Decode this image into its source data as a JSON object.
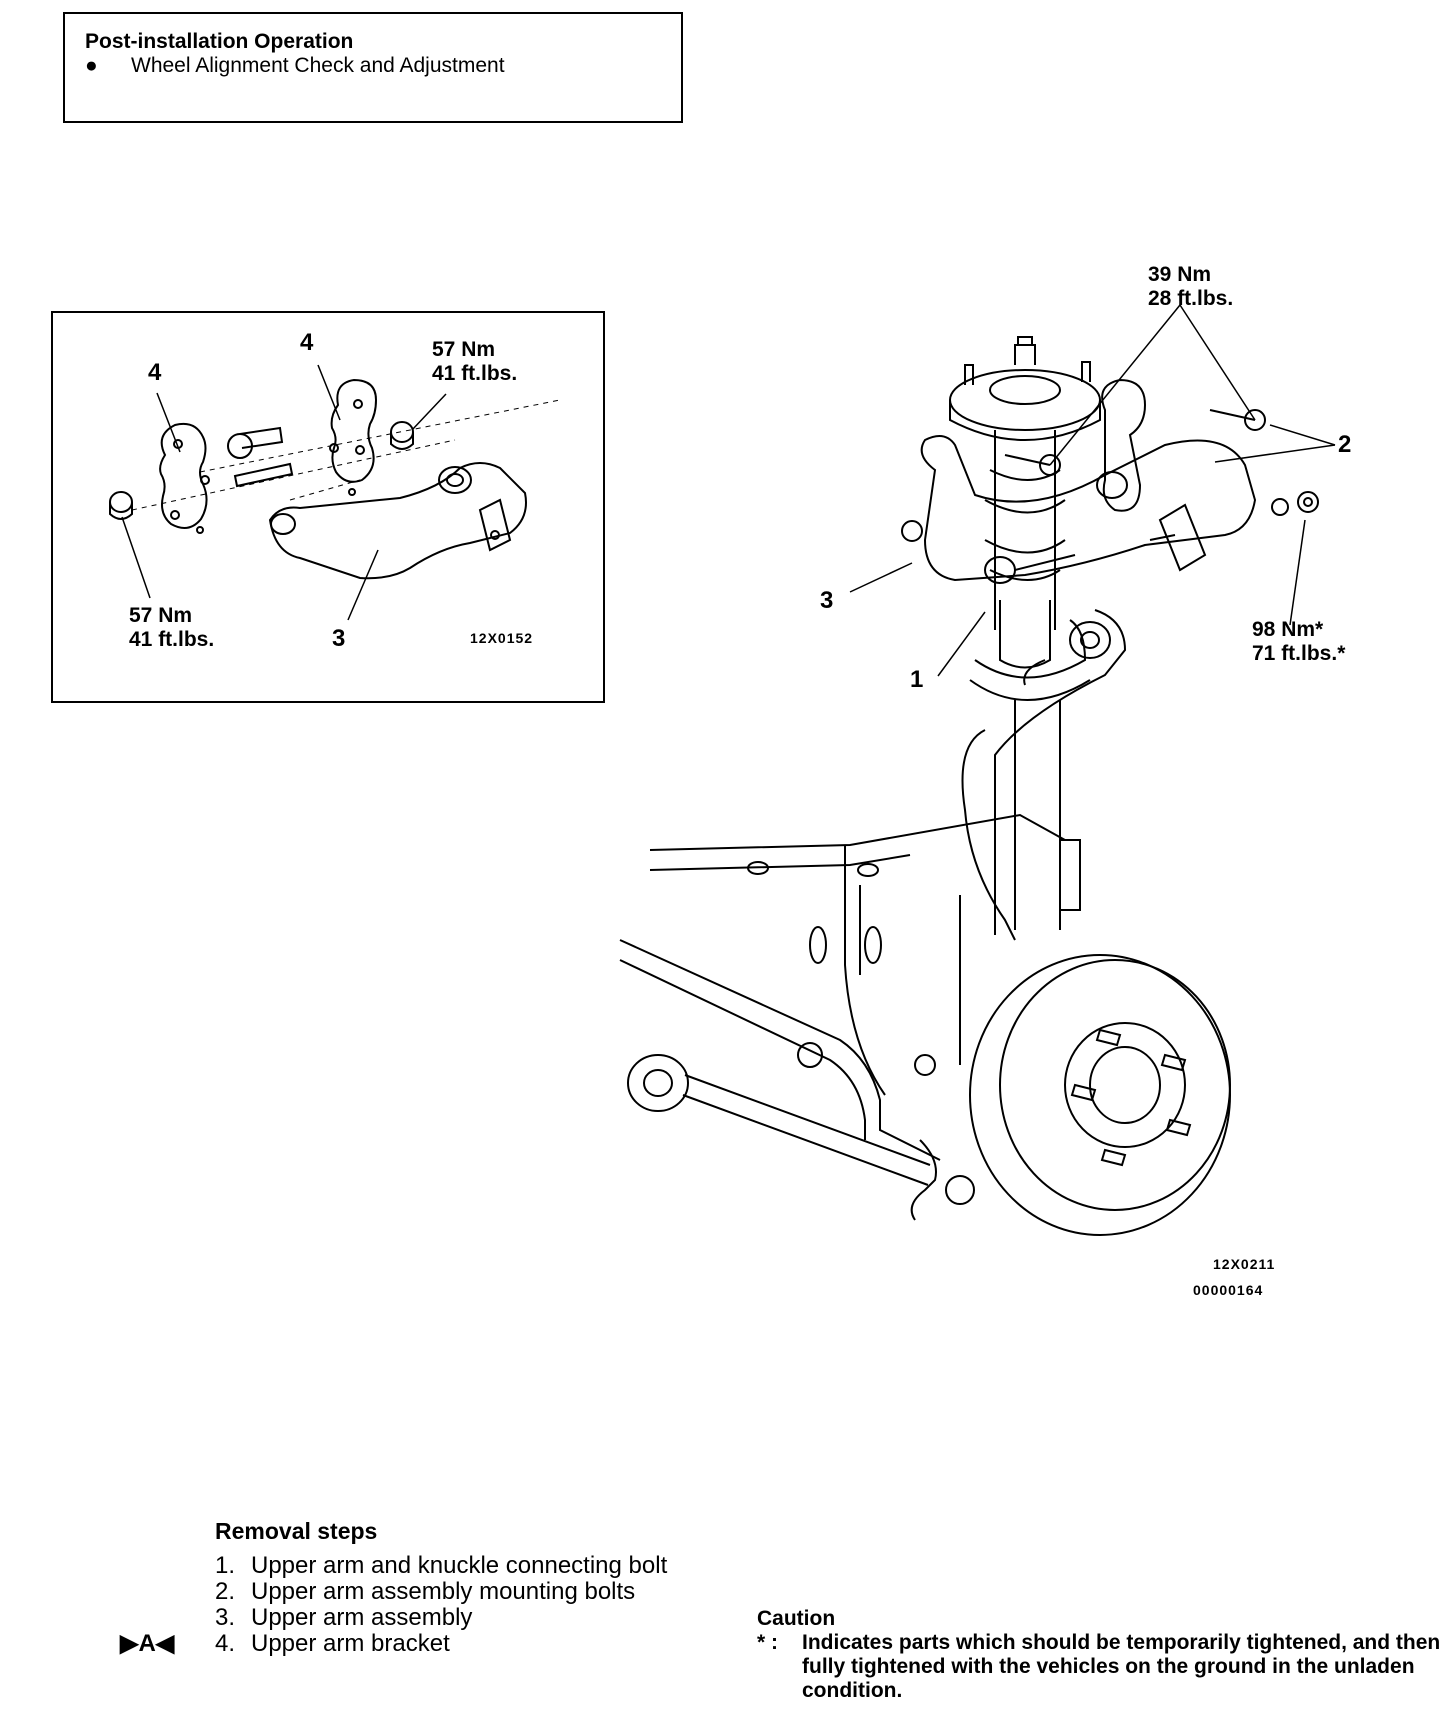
{
  "post_installation": {
    "title": "Post-installation Operation",
    "bullet": "●",
    "item": "Wheel Alignment Check and Adjustment"
  },
  "inset": {
    "label_4a": "4",
    "label_4b": "4",
    "label_3": "3",
    "torque_top_nm": "57 Nm",
    "torque_top_ft": "41 ft.lbs.",
    "torque_bottom_nm": "57 Nm",
    "torque_bottom_ft": "41 ft.lbs.",
    "code": "12X0152"
  },
  "main_diagram": {
    "torque_top_nm": "39 Nm",
    "torque_top_ft": "28 ft.lbs.",
    "torque_right_nm": "98 Nm*",
    "torque_right_ft": "71 ft.lbs.*",
    "label_1": "1",
    "label_2": "2",
    "label_3": "3",
    "code1": "12X0211",
    "code2": "00000164"
  },
  "removal": {
    "heading": "Removal steps",
    "marker": "▶A◀",
    "steps": [
      {
        "n": "1.",
        "text": "Upper arm and knuckle connecting bolt"
      },
      {
        "n": "2.",
        "text": "Upper arm assembly mounting bolts"
      },
      {
        "n": "3.",
        "text": "Upper arm assembly"
      },
      {
        "n": "4.",
        "text": "Upper arm bracket"
      }
    ]
  },
  "caution": {
    "heading": "Caution",
    "star": "* :",
    "text": "Indicates parts which should be temporarily tightened, and then fully tightened with the vehicles on the ground in the unladen condition."
  }
}
